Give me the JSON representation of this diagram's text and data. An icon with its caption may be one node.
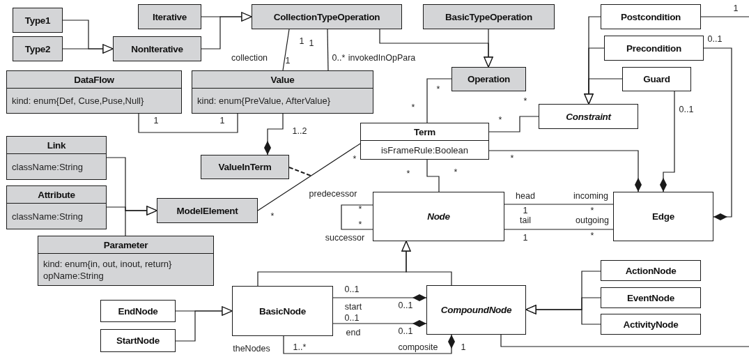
{
  "diagram": {
    "nodes": [
      {
        "text": [
          "Type1"
        ]
      },
      {
        "text": [
          "Type2"
        ]
      },
      {
        "text": [
          "Iterative"
        ]
      },
      {
        "text": [
          "NonIterative"
        ]
      },
      {
        "text": [
          "CollectionTypeOperation"
        ]
      },
      {
        "text": [
          "BasicTypeOperation"
        ]
      },
      {
        "text": [
          "DataFlow",
          "kind: enum{Def, Cuse,Puse,Null}"
        ]
      },
      {
        "text": [
          "Value",
          "kind: enum{PreValue, AfterValue}"
        ]
      },
      {
        "text": [
          "Operation"
        ]
      },
      {
        "text": [
          "Postcondition"
        ]
      },
      {
        "text": [
          "Precondition"
        ]
      },
      {
        "text": [
          "Guard"
        ]
      },
      {
        "text": [
          "Link",
          "className:String"
        ]
      },
      {
        "text": [
          "ValueInTerm"
        ]
      },
      {
        "text": [
          "Term",
          "isFrameRule:Boolean"
        ]
      },
      {
        "text": [
          "Constraint"
        ]
      },
      {
        "text": [
          "Attribute",
          "className:String"
        ]
      },
      {
        "text": [
          "ModelElement"
        ]
      },
      {
        "text": [
          "Node"
        ]
      },
      {
        "text": [
          "Edge"
        ]
      },
      {
        "text": [
          "Parameter",
          "kind: enum{in, out, inout, return}",
          "opName:String"
        ]
      },
      {
        "text": [
          "BasicNode"
        ]
      },
      {
        "text": [
          "CompoundNode"
        ]
      },
      {
        "text": [
          "ActionNode"
        ]
      },
      {
        "text": [
          "EventNode"
        ]
      },
      {
        "text": [
          "ActivityNode"
        ]
      },
      {
        "text": [
          "EndNode"
        ]
      },
      {
        "text": [
          "StartNode"
        ]
      }
    ],
    "edges": [
      {
        "from": 0,
        "to": 3,
        "arrow": "to"
      },
      {
        "from": 1,
        "to": 3,
        "arrow": "to"
      },
      {
        "from": 2,
        "to": 4,
        "arrow": "to"
      },
      {
        "from": 3,
        "to": 4,
        "arrow": "to"
      },
      {
        "from": 4,
        "to": 8,
        "arrow": "to"
      },
      {
        "from": 5,
        "to": 8,
        "arrow": "to"
      },
      {
        "from": 4,
        "to": 7,
        "arrow": "none"
      },
      {
        "from": 4,
        "to": 7,
        "arrow": "none"
      },
      {
        "from": 6,
        "to": 7,
        "arrow": "none"
      },
      {
        "from": 7,
        "to": 13,
        "arrow": "other"
      },
      {
        "from": 13,
        "to": null,
        "arrow": "none",
        "style": "dashed"
      },
      {
        "from": 17,
        "to": 14,
        "arrow": "none"
      },
      {
        "from": 14,
        "to": 8,
        "arrow": "none"
      },
      {
        "from": 14,
        "to": 15,
        "arrow": "none"
      },
      {
        "from": 9,
        "to": 15,
        "arrow": "to"
      },
      {
        "from": 10,
        "to": 15,
        "arrow": "to"
      },
      {
        "from": 11,
        "to": 15,
        "arrow": "to"
      },
      {
        "from": 14,
        "to": 19,
        "arrow": "other"
      },
      {
        "from": 11,
        "to": 19,
        "arrow": "other"
      },
      {
        "from": 10,
        "to": 19,
        "arrow": "other"
      },
      {
        "from": 9,
        "to": null,
        "arrow": "none"
      },
      {
        "from": 14,
        "to": 18,
        "arrow": "none"
      },
      {
        "from": 18,
        "to": 18,
        "arrow": "none"
      },
      {
        "from": 18,
        "to": 19,
        "arrow": "none"
      },
      {
        "from": 18,
        "to": 19,
        "arrow": "none"
      },
      {
        "from": 21,
        "to": 18,
        "arrow": "to"
      },
      {
        "from": 22,
        "to": 18,
        "arrow": "to"
      },
      {
        "from": 21,
        "to": 22,
        "arrow": "other"
      },
      {
        "from": 21,
        "to": 22,
        "arrow": "other"
      },
      {
        "from": 21,
        "to": 22,
        "arrow": "other"
      },
      {
        "from": 26,
        "to": 21,
        "arrow": "to"
      },
      {
        "from": 27,
        "to": 21,
        "arrow": "to"
      },
      {
        "from": 12,
        "to": 17,
        "arrow": "to"
      },
      {
        "from": 16,
        "to": 17,
        "arrow": "to"
      },
      {
        "from": 20,
        "to": 17,
        "arrow": "to"
      },
      {
        "from": 23,
        "to": 22,
        "arrow": "to"
      },
      {
        "from": 24,
        "to": 22,
        "arrow": "to"
      },
      {
        "from": 25,
        "to": 22,
        "arrow": "to"
      },
      {
        "from": 22,
        "to": null,
        "arrow": "none"
      }
    ],
    "labels": [
      "1",
      "1",
      "1",
      "0..1",
      "collection",
      "1",
      "0..*",
      "invokedInOpPara",
      "*",
      "*",
      "*",
      "*",
      "0..1",
      "1",
      "1",
      "1..2",
      "*",
      "*",
      "*",
      "*",
      "predecessor",
      "*",
      "*",
      "*",
      "successor",
      "head",
      "incoming",
      "1",
      "*",
      "tail",
      "outgoing",
      "1",
      "*",
      "0..1",
      "start",
      "0..1",
      "0..1",
      "end",
      "0..1",
      "theNodes",
      "1..*",
      "composite",
      "1"
    ]
  }
}
